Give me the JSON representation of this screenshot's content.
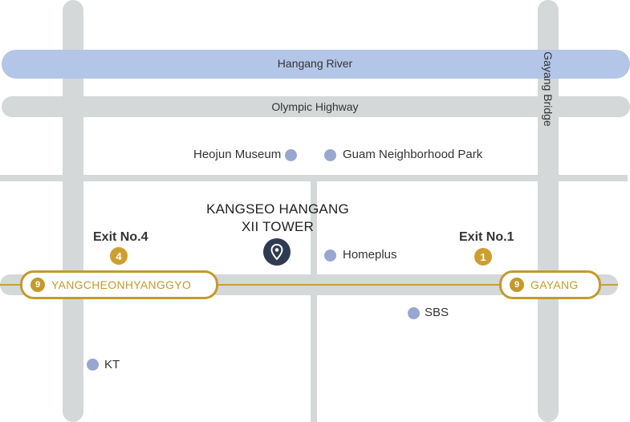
{
  "roads": {
    "river": "Hangang River",
    "olympic": "Olympic Highway",
    "bridge": "Gayang Bridge"
  },
  "building": {
    "title_line1": "KANGSEO HANGANG",
    "title_line2": "XII TOWER"
  },
  "pois": {
    "heojun": "Heojun Museum",
    "guam": "Guam Neighborhood Park",
    "homeplus": "Homeplus",
    "sbs": "SBS",
    "kt": "KT"
  },
  "stations": {
    "left": {
      "line": "9",
      "name": "YANGCHEONHYANGGYO"
    },
    "right": {
      "line": "9",
      "name": "GAYANG"
    }
  },
  "exits": {
    "left": {
      "label": "Exit No.4",
      "number": "4"
    },
    "right": {
      "label": "Exit No.1",
      "number": "1"
    }
  },
  "colors": {
    "road": "#d4d8d9",
    "river": "#b3c6e8",
    "metro_line_9": "#cc9f2f",
    "poi_dot": "#98a7cf",
    "pin": "#2e3b51"
  },
  "icons": {
    "building_pin": "map-pin-icon"
  }
}
